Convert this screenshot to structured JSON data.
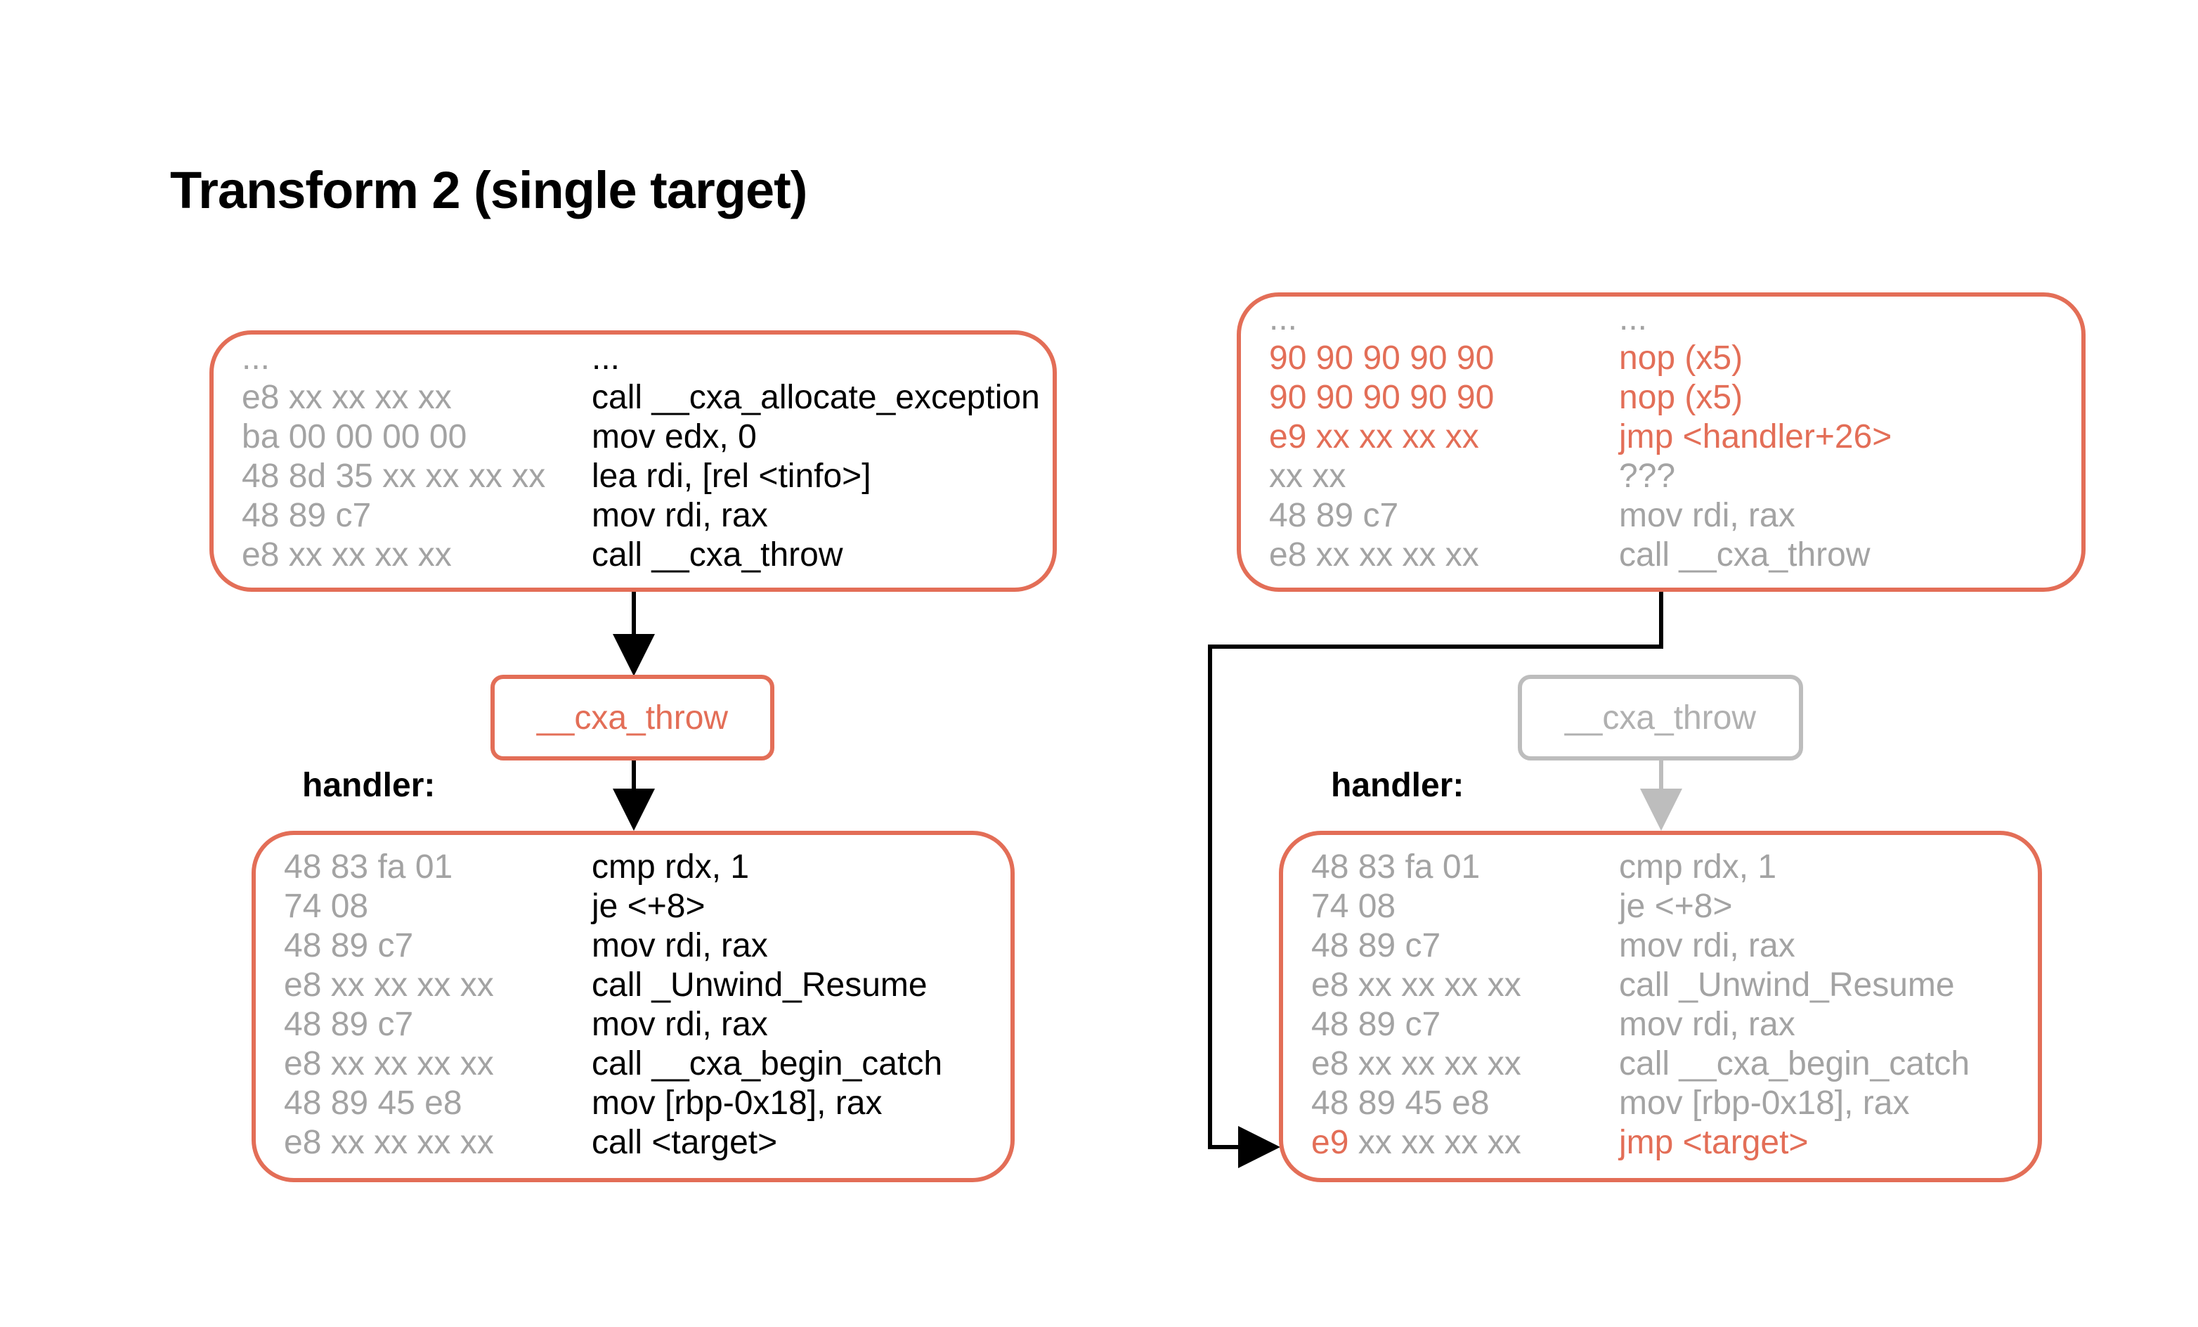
{
  "title": "Transform 2 (single target)",
  "colors": {
    "accent": "#e36e57",
    "muted": "#a3a3a3",
    "text": "#000000",
    "muted_border": "#bdbdbd"
  },
  "left": {
    "top_block": [
      {
        "bytes": "...",
        "asm": "..."
      },
      {
        "bytes": "e8 xx xx xx xx",
        "asm": "call __cxa_allocate_exception"
      },
      {
        "bytes": "ba 00 00 00 00",
        "asm": "mov edx, 0"
      },
      {
        "bytes": "48 8d 35 xx xx xx xx",
        "asm": "lea rdi, [rel <tinfo>]"
      },
      {
        "bytes": "48 89 c7",
        "asm": "mov rdi, rax"
      },
      {
        "bytes": "e8 xx xx xx xx",
        "asm": "call __cxa_throw"
      }
    ],
    "throw_label": "__cxa_throw",
    "handler_label": "handler:",
    "handler_block": [
      {
        "bytes": "48 83 fa 01",
        "asm": "cmp rdx, 1"
      },
      {
        "bytes": "74 08",
        "asm": "je <+8>"
      },
      {
        "bytes": "48 89 c7",
        "asm": "mov rdi, rax"
      },
      {
        "bytes": "e8 xx xx xx xx",
        "asm": "call _Unwind_Resume"
      },
      {
        "bytes": "48 89 c7",
        "asm": "mov rdi, rax"
      },
      {
        "bytes": "e8 xx xx xx xx",
        "asm": "call __cxa_begin_catch"
      },
      {
        "bytes": "48 89 45 e8",
        "asm": "mov [rbp-0x18], rax"
      },
      {
        "bytes": "e8 xx xx xx xx",
        "asm": "call <target>"
      }
    ]
  },
  "right": {
    "top_block": [
      {
        "bytes": "...",
        "asm": "...",
        "style": "muted"
      },
      {
        "bytes": "90 90 90 90 90",
        "asm": "nop (x5)",
        "style": "accent"
      },
      {
        "bytes": "90 90 90 90 90",
        "asm": "nop (x5)",
        "style": "accent"
      },
      {
        "bytes": "e9 xx xx xx xx",
        "asm": "jmp <handler+26>",
        "style": "accent"
      },
      {
        "bytes": "xx xx",
        "asm": "???",
        "style": "muted"
      },
      {
        "bytes": "48 89 c7",
        "asm": "mov rdi, rax",
        "style": "muted"
      },
      {
        "bytes": "e8 xx xx xx xx",
        "asm": "call __cxa_throw",
        "style": "muted"
      }
    ],
    "throw_label": "__cxa_throw",
    "handler_label": "handler:",
    "handler_block": [
      {
        "bytes": "48 83 fa 01",
        "asm": "cmp rdx, 1"
      },
      {
        "bytes": "74 08",
        "asm": "je <+8>"
      },
      {
        "bytes": "48 89 c7",
        "asm": "mov rdi, rax"
      },
      {
        "bytes": "e8 xx xx xx xx",
        "asm": "call _Unwind_Resume"
      },
      {
        "bytes": "48 89 c7",
        "asm": "mov rdi, rax"
      },
      {
        "bytes": "e8 xx xx xx xx",
        "asm": "call __cxa_begin_catch"
      },
      {
        "bytes": "48 89 45 e8",
        "asm": "mov [rbp-0x18], rax"
      },
      {
        "bytes_accent": "e9",
        "bytes_rest": " xx xx xx xx",
        "asm": "jmp <target>"
      }
    ]
  }
}
